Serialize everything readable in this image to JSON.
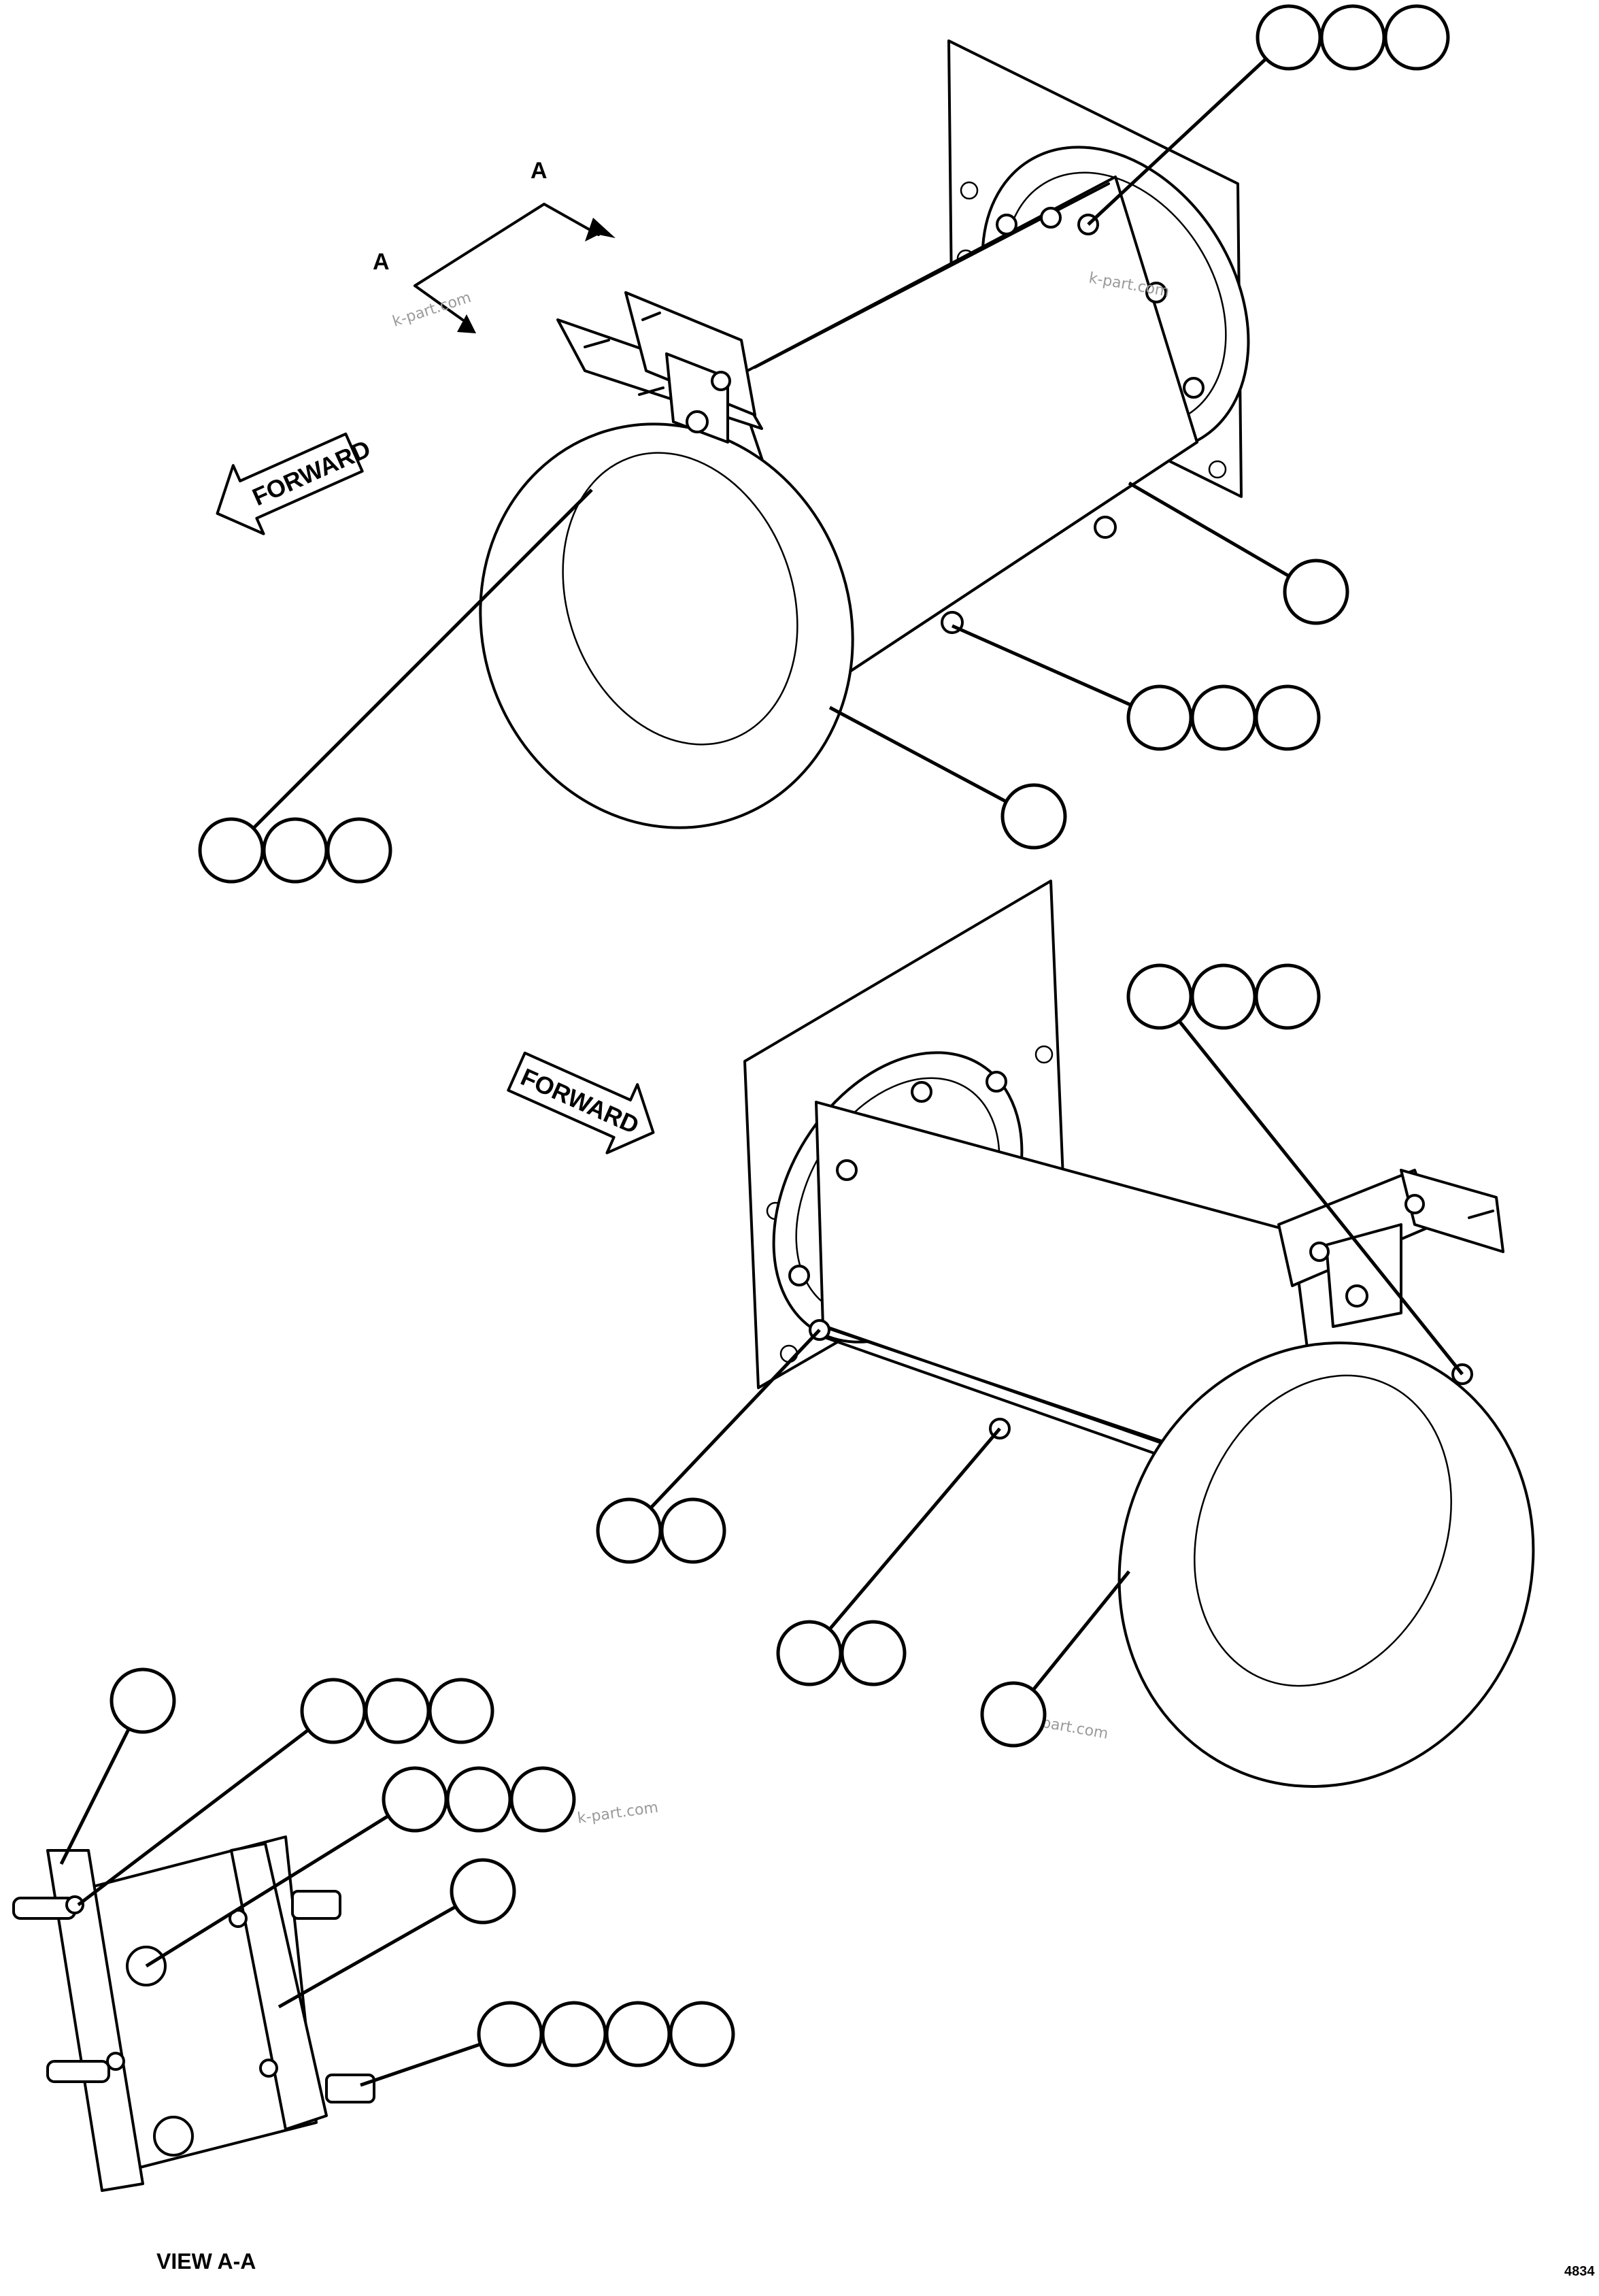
{
  "labels": {
    "section_a_top": "A",
    "section_a_left": "A",
    "forward_top": "FORWARD",
    "forward_middle": "FORWARD",
    "view_caption": "VIEW A-A",
    "corner_code": "4834"
  },
  "watermark": {
    "text": "k-part.com"
  },
  "callouts": {
    "top_right_group": 3,
    "top_body": 1,
    "top_bottom_group": 3,
    "top_inlet": 1,
    "top_left_group": 3,
    "mid_right_group": 3,
    "mid_left_pair": 2,
    "mid_bottom_pair": 2,
    "mid_body": 1,
    "view_single": 1,
    "view_group_a": 3,
    "view_group_b": 3,
    "view_single_b": 1,
    "view_group_c": 4
  },
  "colors": {
    "line": "#000000",
    "background": "#ffffff",
    "watermark": "#9a9a9a"
  }
}
